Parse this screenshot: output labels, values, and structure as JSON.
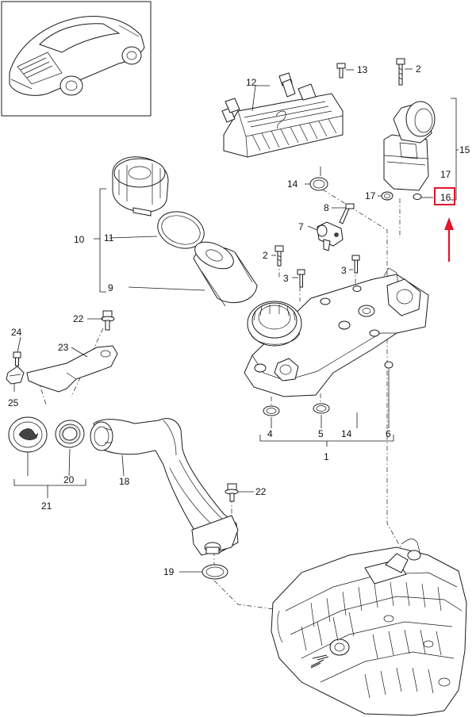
{
  "callouts": {
    "c1": "1",
    "c2a": "2",
    "c2b": "2",
    "c3a": "3",
    "c3b": "3",
    "c4": "4",
    "c5": "5",
    "c6": "6",
    "c7": "7",
    "c8": "8",
    "c9": "9",
    "c10": "10",
    "c11": "11",
    "c12": "12",
    "c13": "13",
    "c14a": "14",
    "c14b": "14",
    "c15": "15",
    "c16": "16",
    "c17a": "17",
    "c17b": "17",
    "c18": "18",
    "c19": "19",
    "c20": "20",
    "c21": "21",
    "c22a": "22",
    "c22b": "22",
    "c23": "23",
    "c24": "24",
    "c25": "25"
  },
  "colors": {
    "highlight": "#e0162b",
    "line": "#1a1a1a",
    "background": "#ffffff"
  },
  "highlighted_part": "16",
  "icons": {
    "highlight_arrow": "red-arrow-up-icon",
    "vehicle_thumbnail": "porsche-911-car-icon"
  }
}
